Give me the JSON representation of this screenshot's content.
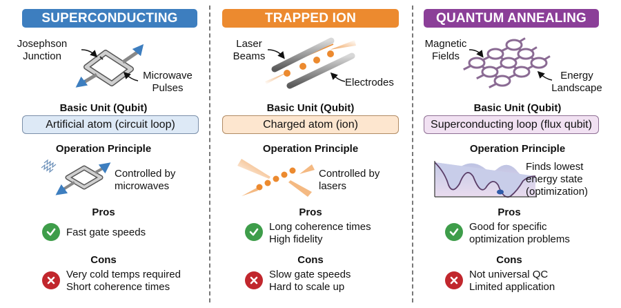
{
  "columns": [
    {
      "title": "SUPERCONDUCTING",
      "color": "#3d7ebf",
      "diagram_labels": [
        "Josephson\nJunction",
        "Microwave\nPulses"
      ],
      "label_1_line1": "Josephson",
      "label_1_line2": "Junction",
      "label_2_line1": "Microwave",
      "label_2_line2": "Pulses",
      "basic_unit_heading": "Basic Unit (Qubit)",
      "basic_unit": "Artificial atom (circuit loop)",
      "operation_heading": "Operation Principle",
      "operation_line1": "Controlled by",
      "operation_line2": "microwaves",
      "pros_heading": "Pros",
      "pros": [
        "Fast gate speeds"
      ],
      "cons_heading": "Cons",
      "cons": [
        "Very cold temps required",
        "Short coherence times"
      ]
    },
    {
      "title": "TRAPPED ION",
      "color": "#ec8a2f",
      "label_1_line1": "Laser",
      "label_1_line2": "Beams",
      "label_2_line1": "Electrodes",
      "basic_unit_heading": "Basic Unit (Qubit)",
      "basic_unit": "Charged atom (ion)",
      "operation_heading": "Operation Principle",
      "operation_line1": "Controlled by",
      "operation_line2": "lasers",
      "pros_heading": "Pros",
      "pros": [
        "Long coherence times",
        "High fidelity"
      ],
      "cons_heading": "Cons",
      "cons": [
        "Slow gate speeds",
        "Hard to scale up"
      ]
    },
    {
      "title": "QUANTUM ANNEALING",
      "color": "#8b3f98",
      "label_1_line1": "Magnetic",
      "label_1_line2": "Fields",
      "label_2_line1": "Energy",
      "label_2_line2": "Landscape",
      "basic_unit_heading": "Basic Unit (Qubit)",
      "basic_unit": "Superconducting loop (flux qubit)",
      "operation_heading": "Operation Principle",
      "operation_line1": "Finds lowest",
      "operation_line2": "energy state",
      "operation_line3": "(optimization)",
      "pros_heading": "Pros",
      "pros": [
        "Good for specific",
        "optimization problems"
      ],
      "cons_heading": "Cons",
      "cons": [
        "Not universal QC",
        "Limited application"
      ]
    }
  ],
  "icons": {
    "pro": "check-circle-icon",
    "con": "x-circle-icon"
  }
}
